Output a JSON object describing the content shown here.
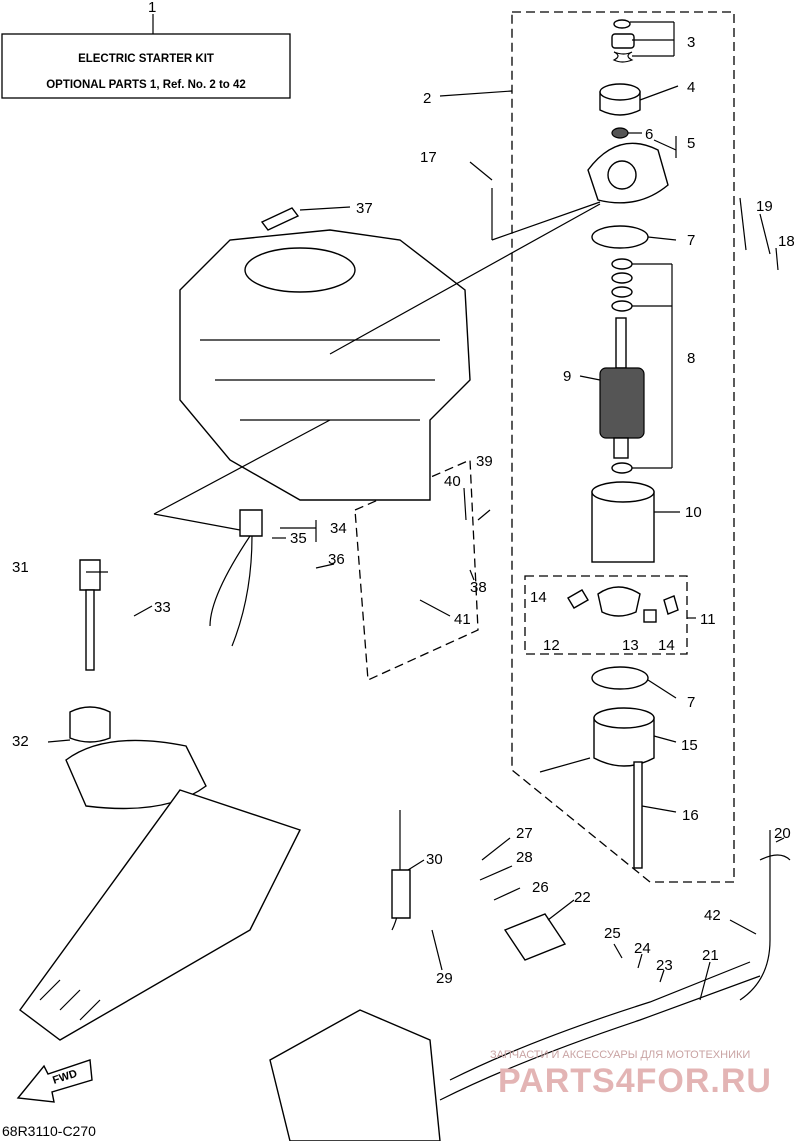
{
  "kit_box": {
    "ref": "1",
    "title": "ELECTRIC STARTER KIT",
    "subtitle": "OPTIONAL PARTS 1, Ref. No. 2 to 42"
  },
  "callouts": [
    "2",
    "3",
    "4",
    "5",
    "6",
    "7",
    "8",
    "9",
    "10",
    "11",
    "12",
    "13",
    "14",
    "15",
    "16",
    "17",
    "18",
    "19",
    "20",
    "21",
    "22",
    "23",
    "24",
    "25",
    "26",
    "27",
    "28",
    "29",
    "30",
    "31",
    "32",
    "33",
    "34",
    "35",
    "36",
    "37",
    "38",
    "39",
    "40",
    "41",
    "42"
  ],
  "extra_callouts": {
    "r7b": "7",
    "r14b": "14"
  },
  "direction_label": "FWD",
  "drawing_code": "68R3110-C270",
  "watermark": {
    "caption": "ЗАПЧАСТИ И АКСЕССУАРЫ ДЛЯ МОТОТЕХНИКИ",
    "brand": "PARTS4FOR.RU"
  }
}
